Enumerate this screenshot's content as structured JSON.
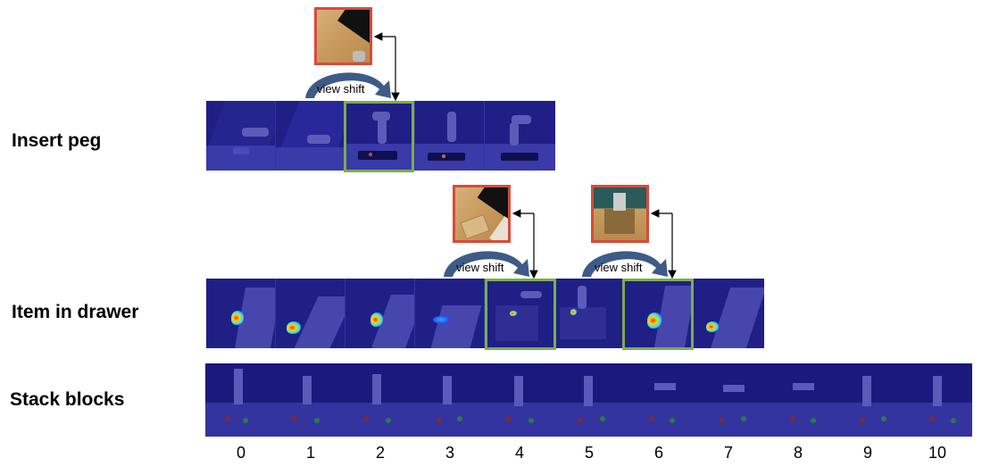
{
  "rows": [
    {
      "label": "Insert peg"
    },
    {
      "label": "Item in drawer"
    },
    {
      "label": "Stack blocks"
    }
  ],
  "view_shift": {
    "label": "view shift",
    "arrow_color": "#3d5b86",
    "camera_border_color": "#d94a3a"
  },
  "highlight_color": "#7aae4e",
  "timesteps": [
    "0",
    "1",
    "2",
    "3",
    "4",
    "5",
    "6",
    "7",
    "8",
    "9",
    "10"
  ]
}
